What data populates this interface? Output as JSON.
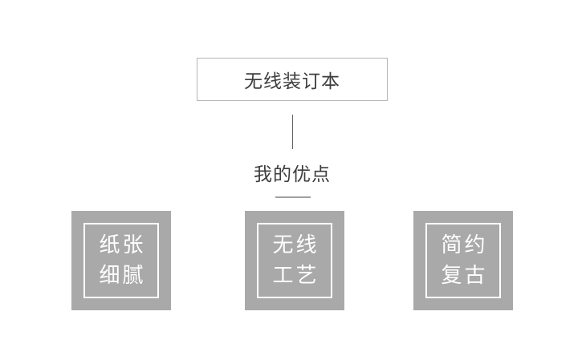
{
  "diagram": {
    "root_label": "无线装订本",
    "subtitle_label": "我的优点",
    "features": [
      {
        "line1": "纸张",
        "line2": "细腻"
      },
      {
        "line1": "无线",
        "line2": "工艺"
      },
      {
        "line1": "简约",
        "line2": "复古"
      }
    ],
    "colors": {
      "background": "#ffffff",
      "root_box_border": "#b5b5b5",
      "heading_text": "#3d3d3d",
      "connector_line": "#646464",
      "dash": "#a0a0a0",
      "feature_box_bg": "#a9a9a9",
      "feature_inner_border": "#ffffff",
      "feature_text": "#ffffff"
    }
  }
}
